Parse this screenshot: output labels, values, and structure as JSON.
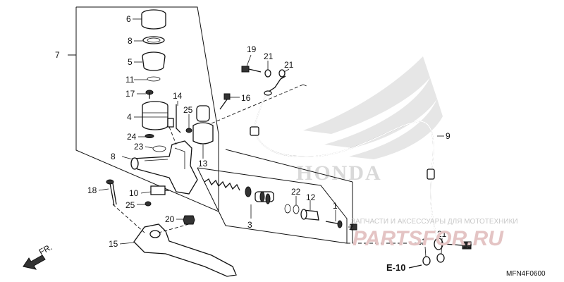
{
  "diagram": {
    "callouts": [
      "1",
      "2",
      "3",
      "4",
      "5",
      "6",
      "7",
      "8",
      "9",
      "10",
      "11",
      "12",
      "13",
      "14",
      "15",
      "16",
      "17",
      "18",
      "19",
      "20",
      "21",
      "22",
      "23",
      "24",
      "25"
    ],
    "ref_code": "E-10",
    "direction": "FR.",
    "figure_id": "MFN4F0600",
    "background_logo": "HONDA"
  },
  "watermark": {
    "text": "ЗАПЧАСТИ И АКСЕССУАРЫ ДЛЯ МОТОТЕХНИКИ",
    "logo": "PARTSFOR.RU"
  }
}
